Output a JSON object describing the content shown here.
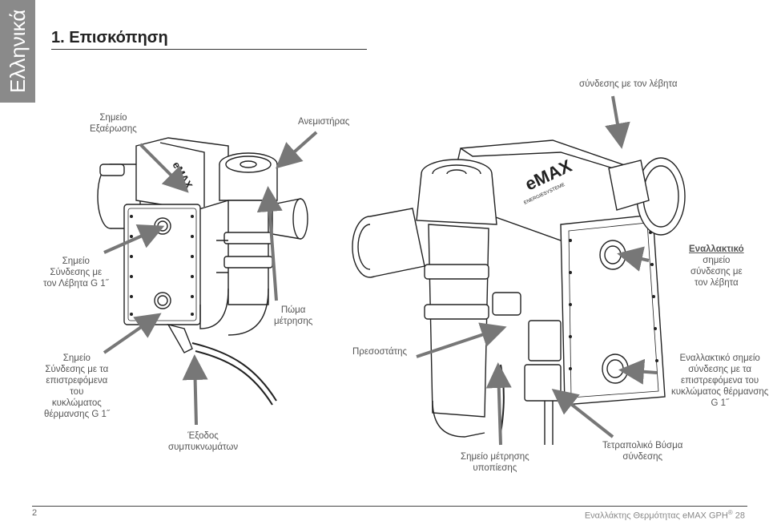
{
  "side_tab": "Ελληνικά",
  "section_title": "1. Επισκόπηση",
  "labels": {
    "vent_point": "Σημείο\nΕξαέρωσης",
    "fan": "Ανεμιστήρας",
    "boiler_connection_top": "σύνδεσης με τον λέβητα",
    "boiler_connection_left": "Σημείο\nΣύνδεσης με\nτον Λέβητα G 1˝",
    "measurement_cap": "Πώμα\nμέτρησης",
    "alt_boiler_title": "Εναλλακτικό",
    "alt_boiler_rest": "σημείο\nσύνδεσης με\nτον λέβητα",
    "return_connection": "Σημείο\nΣύνδεσης με τα\nεπιστρεφόμενα\nτου\nκυκλώματος\nθέρμανσης G 1˝",
    "pressure_switch": "Πρεσοστάτης",
    "alt_return_connection": "Εναλλακτικό σημείο\nσύνδεσης με τα\nεπιστρεφόμενα του\nκυκλώματος θέρμανσης\nG 1˝",
    "condensate_outlet": "Έξοδος\nσυμπυκνωμάτων",
    "vacuum_point": "Σημείο μέτρησης\nυποπίεσης",
    "four_pin_plug": "Τετραπολικό Βύσμα\nσύνδεσης"
  },
  "brand_text": "eMAX",
  "brand_sub": "ENERGIESYSTEME",
  "footer": {
    "page_number": "2",
    "product": "Εναλλάκτης Θερμότητας eMAX GPH",
    "reg": "®",
    "model": " 28"
  },
  "colors": {
    "side_tab": "#8a8a8a",
    "arrow": "#777777",
    "line": "#222222"
  }
}
